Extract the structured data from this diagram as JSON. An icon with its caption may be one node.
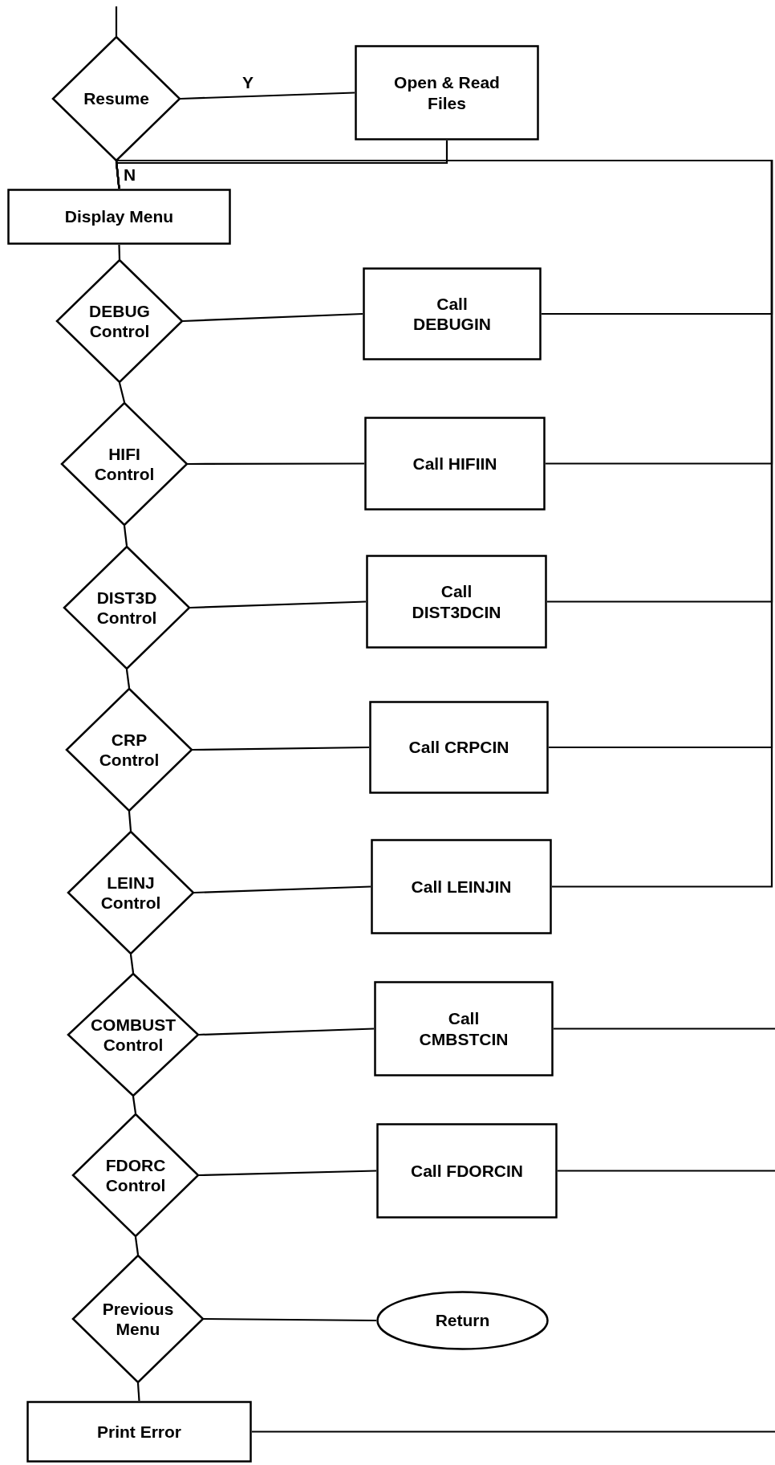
{
  "diagram": {
    "nodes": [
      {
        "text": [
          "Resume"
        ]
      },
      {
        "text": [
          "Open & Read Files"
        ]
      },
      {
        "text": [
          "Display Menu"
        ]
      },
      {
        "text": [
          "DEBUG Control"
        ]
      },
      {
        "text": [
          "Call DEBUGIN"
        ]
      },
      {
        "text": [
          "HIFI Control"
        ]
      },
      {
        "text": [
          "Call HIFIIN"
        ]
      },
      {
        "text": [
          "DIST3D Control"
        ]
      },
      {
        "text": [
          "Call DIST3DCIN"
        ]
      },
      {
        "text": [
          "CRP Control"
        ]
      },
      {
        "text": [
          "Call CRPCIN"
        ]
      },
      {
        "text": [
          "LEINJ Control"
        ]
      },
      {
        "text": [
          "Call LEINJIN"
        ]
      },
      {
        "text": [
          "COMBUST Control"
        ]
      },
      {
        "text": [
          "Call CMBSTCIN"
        ]
      },
      {
        "text": [
          "FDORC Control"
        ]
      },
      {
        "text": [
          "Call FDORCIN"
        ]
      },
      {
        "text": [
          "Previous Menu"
        ]
      },
      {
        "text": [
          "Return"
        ]
      },
      {
        "text": [
          "Print Error"
        ]
      }
    ],
    "edges": [
      {
        "from": null,
        "to": 0,
        "arrow": "none"
      },
      {
        "from": 0,
        "to": 1,
        "arrow": "none",
        "label": "Y"
      },
      {
        "from": 0,
        "to": 2,
        "arrow": "none",
        "label": "N"
      },
      {
        "from": 1,
        "to": 2,
        "arrow": "none"
      },
      {
        "from": 2,
        "to": 3,
        "arrow": "none"
      },
      {
        "from": 3,
        "to": 4,
        "arrow": "none"
      },
      {
        "from": 4,
        "to": 2,
        "arrow": "none"
      },
      {
        "from": 3,
        "to": 5,
        "arrow": "none"
      },
      {
        "from": 5,
        "to": 6,
        "arrow": "none"
      },
      {
        "from": 6,
        "to": 2,
        "arrow": "none"
      },
      {
        "from": 5,
        "to": 7,
        "arrow": "none"
      },
      {
        "from": 7,
        "to": 8,
        "arrow": "none"
      },
      {
        "from": 8,
        "to": 2,
        "arrow": "none"
      },
      {
        "from": 7,
        "to": 9,
        "arrow": "none"
      },
      {
        "from": 9,
        "to": 10,
        "arrow": "none"
      },
      {
        "from": 10,
        "to": 2,
        "arrow": "none"
      },
      {
        "from": 9,
        "to": 11,
        "arrow": "none"
      },
      {
        "from": 11,
        "to": 12,
        "arrow": "none"
      },
      {
        "from": 12,
        "to": 2,
        "arrow": "none"
      },
      {
        "from": 11,
        "to": 13,
        "arrow": "none"
      },
      {
        "from": 13,
        "to": 14,
        "arrow": "none"
      },
      {
        "from": 14,
        "to": null,
        "arrow": "none"
      },
      {
        "from": 13,
        "to": 15,
        "arrow": "none"
      },
      {
        "from": 15,
        "to": 16,
        "arrow": "none"
      },
      {
        "from": 16,
        "to": null,
        "arrow": "none"
      },
      {
        "from": 15,
        "to": 17,
        "arrow": "none"
      },
      {
        "from": 17,
        "to": 18,
        "arrow": "none"
      },
      {
        "from": 17,
        "to": 19,
        "arrow": "none"
      },
      {
        "from": 19,
        "to": null,
        "arrow": "none"
      }
    ]
  }
}
